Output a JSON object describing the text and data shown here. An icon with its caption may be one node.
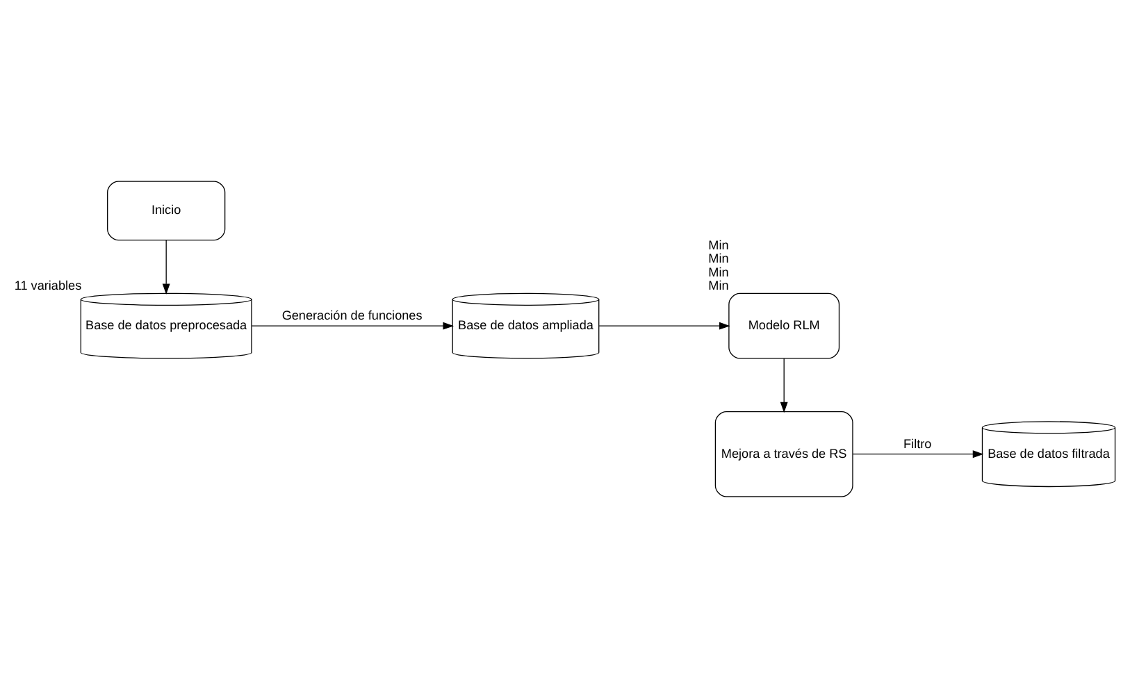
{
  "diagram": {
    "nodes": [
      {
        "text": [
          "Inicio"
        ]
      },
      {
        "text": [
          "Base de datos preprocesada"
        ],
        "beside": [
          "11 variables"
        ]
      },
      {
        "text": [
          "Base de datos ampliada"
        ]
      },
      {
        "text": [
          "Modelo RLM"
        ],
        "beside": [
          "Min",
          "Min",
          "Min",
          "Min"
        ]
      },
      {
        "text": [
          "Mejora a través de RS"
        ]
      },
      {
        "text": [
          "Base de datos filtrada"
        ]
      }
    ],
    "edges": [
      {
        "from": 0,
        "to": 1,
        "arrow": "to"
      },
      {
        "from": 1,
        "to": 2,
        "arrow": "to",
        "label": "Generación de funciones"
      },
      {
        "from": 2,
        "to": 3,
        "arrow": "to"
      },
      {
        "from": 3,
        "to": 4,
        "arrow": "to"
      },
      {
        "from": 4,
        "to": 5,
        "arrow": "to",
        "label": "Filtro"
      }
    ]
  }
}
